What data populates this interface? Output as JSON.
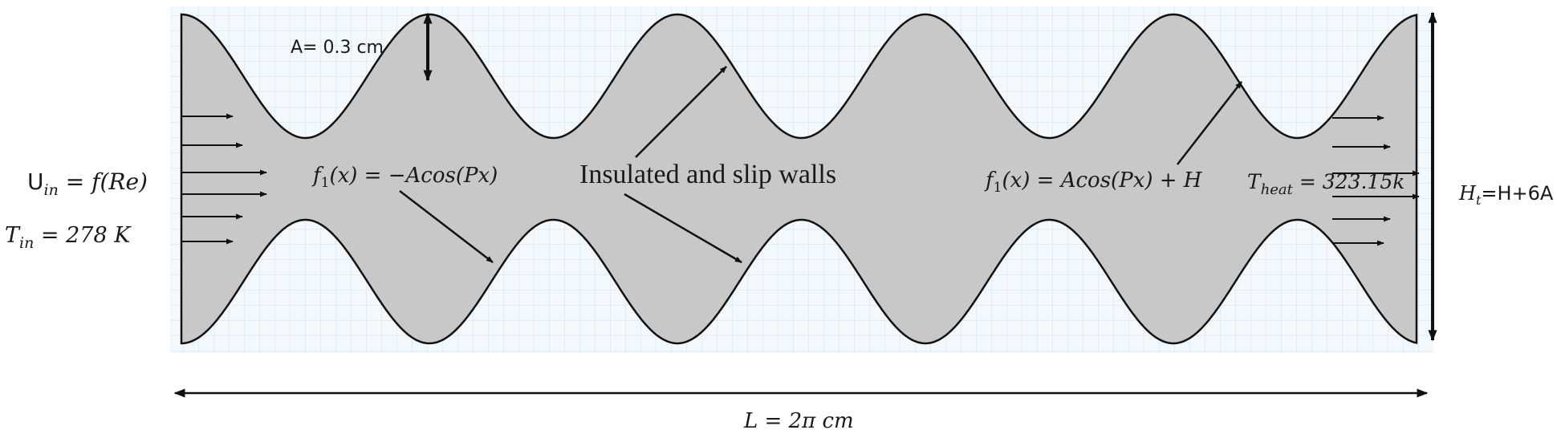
{
  "labels": {
    "amplitude": "A= 0.3 cm",
    "inlet_velocity": {
      "base": "U",
      "sub": "in",
      "rhs": " = f(Re)"
    },
    "inlet_temperature": {
      "base": "T",
      "sub": "in",
      "rhs": " = 278 K"
    },
    "lower_wall_function": {
      "base": "f",
      "sub": "1",
      "rhs": "(x) = −Acos(Px)"
    },
    "upper_wall_function": {
      "base": "f",
      "sub": "1",
      "rhs": "(x) = Acos(Px) + H"
    },
    "walls": "Insulated and slip walls",
    "heat_temperature": {
      "base": "T",
      "sub": "heat",
      "rhs": " = 323.15k"
    },
    "total_height": {
      "base": "H",
      "sub": "t",
      "rhs": "=H+6A"
    },
    "length": "L = 2π cm"
  },
  "colors": {
    "fluid_fill": "#c8c8c8",
    "wall_stroke": "#111111",
    "grid_line": "#cfe0ee",
    "grid_background": "#f3f8fc",
    "arrow": "#111111"
  }
}
